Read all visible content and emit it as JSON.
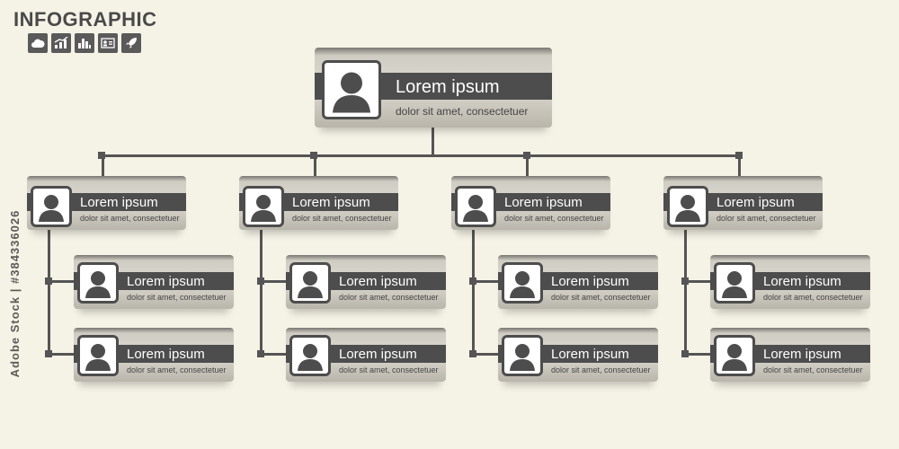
{
  "title": "INFOGRAPHIC",
  "icons": [
    "cloud-icon",
    "growth-chart-icon",
    "bar-chart-icon",
    "id-card-icon",
    "rocket-icon"
  ],
  "watermark": "Adobe Stock | #384336026",
  "colors": {
    "background": "#f5f3e6",
    "band": "#4d4d4d",
    "line": "#555555"
  },
  "root": {
    "name": "Lorem ipsum",
    "sub": "dolor sit amet, consectetuer"
  },
  "branches": [
    {
      "head": {
        "name": "Lorem ipsum",
        "sub": "dolor sit amet, consectetuer"
      },
      "children": [
        {
          "name": "Lorem ipsum",
          "sub": "dolor sit amet, consectetuer"
        },
        {
          "name": "Lorem ipsum",
          "sub": "dolor sit amet, consectetuer"
        }
      ]
    },
    {
      "head": {
        "name": "Lorem ipsum",
        "sub": "dolor sit amet, consectetuer"
      },
      "children": [
        {
          "name": "Lorem ipsum",
          "sub": "dolor sit amet, consectetuer"
        },
        {
          "name": "Lorem ipsum",
          "sub": "dolor sit amet, consectetuer"
        }
      ]
    },
    {
      "head": {
        "name": "Lorem ipsum",
        "sub": "dolor sit amet, consectetuer"
      },
      "children": [
        {
          "name": "Lorem ipsum",
          "sub": "dolor sit amet, consectetuer"
        },
        {
          "name": "Lorem ipsum",
          "sub": "dolor sit amet, consectetuer"
        }
      ]
    },
    {
      "head": {
        "name": "Lorem ipsum",
        "sub": "dolor sit amet, consectetuer"
      },
      "children": [
        {
          "name": "Lorem ipsum",
          "sub": "dolor sit amet, consectetuer"
        },
        {
          "name": "Lorem ipsum",
          "sub": "dolor sit amet, consectetuer"
        }
      ]
    }
  ]
}
